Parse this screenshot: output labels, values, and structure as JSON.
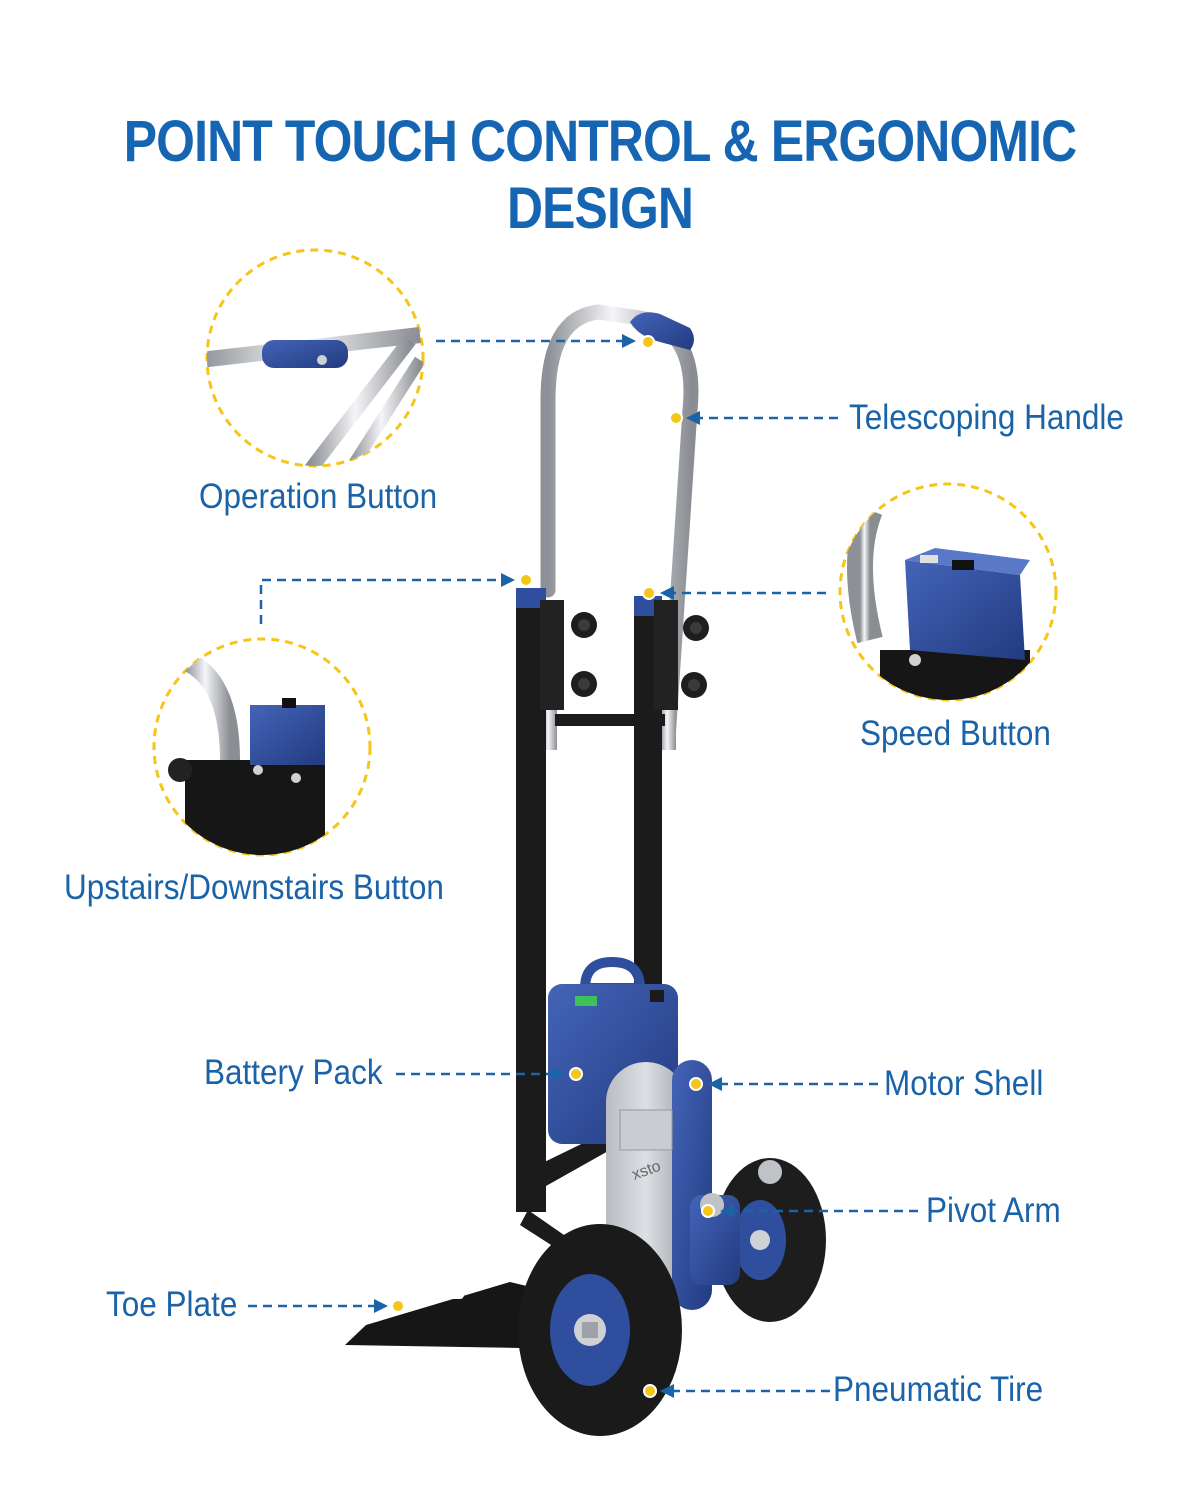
{
  "title": "POINT TOUCH CONTROL & ERGONOMIC DESIGN",
  "labels": {
    "operation_button": "Operation Button",
    "telescoping_handle": "Telescoping Handle",
    "speed_button": "Speed Button",
    "updown_button": "Upstairs/Downstairs Button",
    "battery_pack": "Battery Pack",
    "motor_shell": "Motor Shell",
    "pivot_arm": "Pivot Arm",
    "toe_plate": "Toe Plate",
    "pneumatic_tire": "Pneumatic Tire"
  },
  "brand_mark": "xsto",
  "colors": {
    "title": "#1565b3",
    "label": "#1a63a8",
    "callout_line": "#1a63a8",
    "marker_dot": "#f5c518",
    "frame": "#1b1b1b",
    "accent_blue": "#2f4f9e",
    "chrome": "#c9ccd1"
  }
}
